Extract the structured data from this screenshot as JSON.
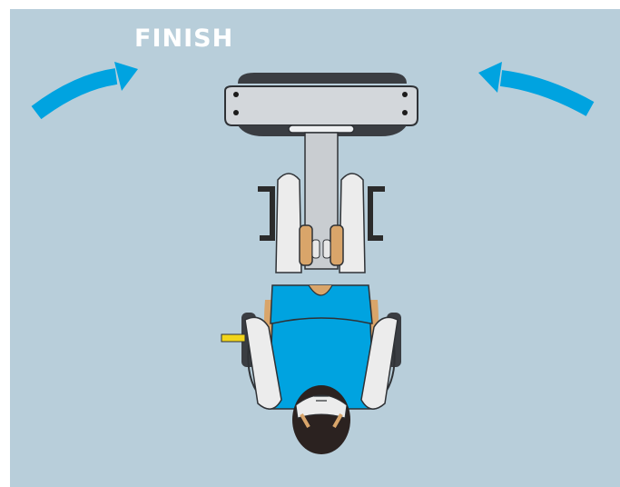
{
  "title": "FINISH",
  "colors": {
    "background": "#b8ceda",
    "arrow": "#00a3e0",
    "shirt": "#00a3e0",
    "skin": "#d9a56a",
    "machine_top": "#3a3d42",
    "machine_plate": "#d3d7db",
    "hair": "#2b2220",
    "handle": "#f2d51a"
  },
  "icons": [
    "curved-arrow-left",
    "curved-arrow-right",
    "exercise-machine",
    "person-top-view"
  ]
}
